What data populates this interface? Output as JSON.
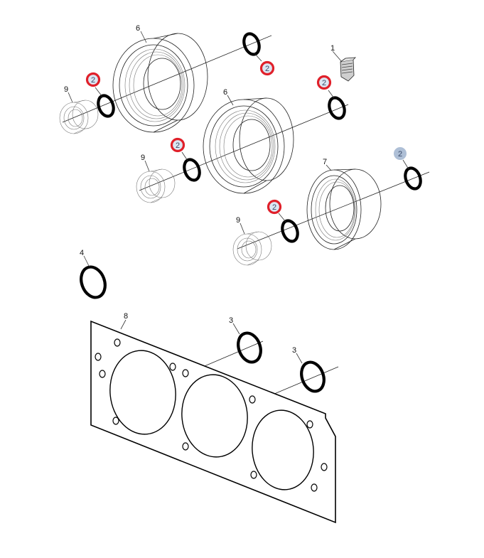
{
  "parts": {
    "p1": "1",
    "p2": "2",
    "p3": "3",
    "p4": "4",
    "p6": "6",
    "p7": "7",
    "p8": "8",
    "p9": "9"
  },
  "colors": {
    "callout_active": "#e0202a",
    "callout_inactive": "#aebfd6",
    "callout_text": "#3a4b6a"
  }
}
